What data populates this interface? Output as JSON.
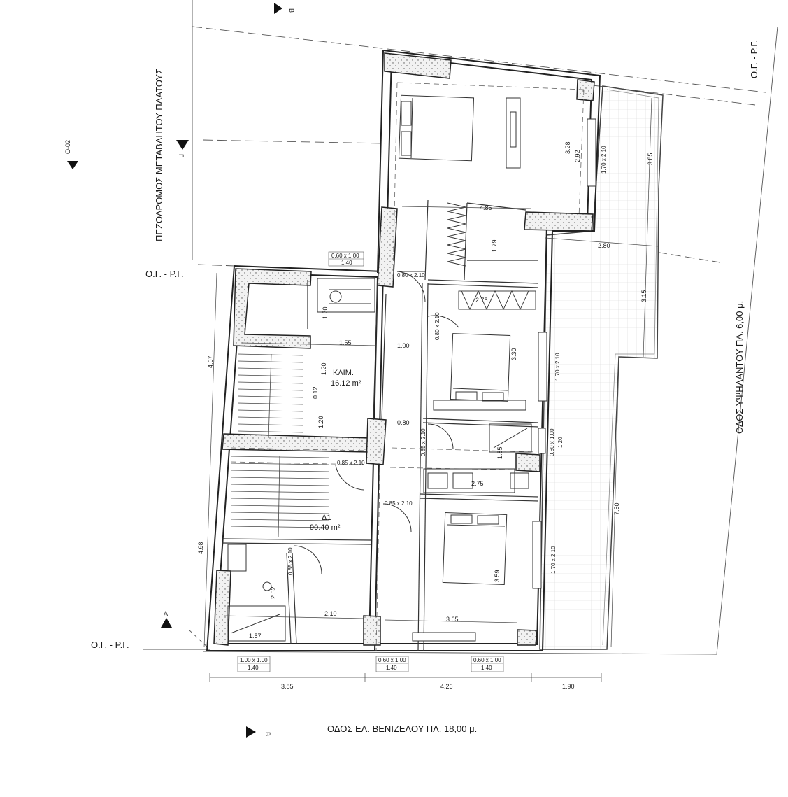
{
  "streets": {
    "west": "ΠΕΖΟΔΡΟΜΟΣ ΜΕΤΑΒΛΗΤΟΥ ΠΛΑΤΟΥΣ",
    "east": "ΟΔΟΣ ΥΨΗΛΑΝΤΟΥ ΠΛ. 6,00 μ.",
    "south": "ΟΔΟΣ ΕΛ. ΒΕΝΙΖΕΛΟΥ ΠΛ. 18,00 μ."
  },
  "building_lines": {
    "top_right": "Ο.Γ. - Ρ.Γ.",
    "mid_left": "Ο.Γ. - Ρ.Γ.",
    "bottom_left": "Ο.Γ. - Ρ.Γ."
  },
  "section_marks": {
    "b_top": "B",
    "b_bottom": "B",
    "g": "Γ",
    "a": "A",
    "o02": "O-02"
  },
  "rooms": {
    "stair_name": "ΚΛΙΜ.",
    "stair_area": "16.12 m²",
    "apt_name": "Δ1",
    "apt_area": "90.40 m²"
  },
  "dims": {
    "d_4_85": "4.85",
    "d_3_28": "3.28",
    "d_2_92": "2.92",
    "d_3_85_right": "3.85",
    "d_2_80": "2.80",
    "d_3_15": "3.15",
    "d_7_50": "7.50",
    "d_1_79": "1.79",
    "d_2_75_top": "2.75",
    "d_1_70": "1.70",
    "d_1_55": "1.55",
    "d_1_00": "1.00",
    "d_3_30": "3.30",
    "d_1_20_a": "1.20",
    "d_0_12": "0.12",
    "d_1_20_b": "1.20",
    "d_0_80": "0.80",
    "d_1_85": "1.85",
    "d_2_75_bot": "2.75",
    "d_3_59": "3.59",
    "d_2_52": "2.52",
    "d_2_10": "2.10",
    "d_3_65": "3.65",
    "d_1_57": "1.57",
    "d_4_67": "4.67",
    "d_4_98": "4.98",
    "d_3_85_bot": "3.85",
    "d_4_26": "4.26",
    "d_1_90": "1.90"
  },
  "doors": {
    "dr1": "0.80 x 2.10",
    "dr2": "0.80 x 2.10",
    "dr3": "0.85 x 2.10",
    "dr4": "0.85 x 2.10",
    "dr5": "0.85 x 2.10",
    "dr6": "0.85 x 2.10"
  },
  "windows": {
    "w_r1": "1.70 x 2.10",
    "w_r2": "1.70 x 2.10",
    "w_r3": "1.70 x 2.10",
    "w_r_small_a": "0.60 x 1.00",
    "w_r_small_b": "1.20",
    "w_top_a": "0.60 x 1.00",
    "w_top_b": "1.40",
    "w_b1_a": "1.00 x 1.00",
    "w_b1_b": "1.40",
    "w_b2_a": "0.60 x 1.00",
    "w_b2_b": "1.40",
    "w_b3_a": "0.60 x 1.00",
    "w_b3_b": "1.40"
  }
}
